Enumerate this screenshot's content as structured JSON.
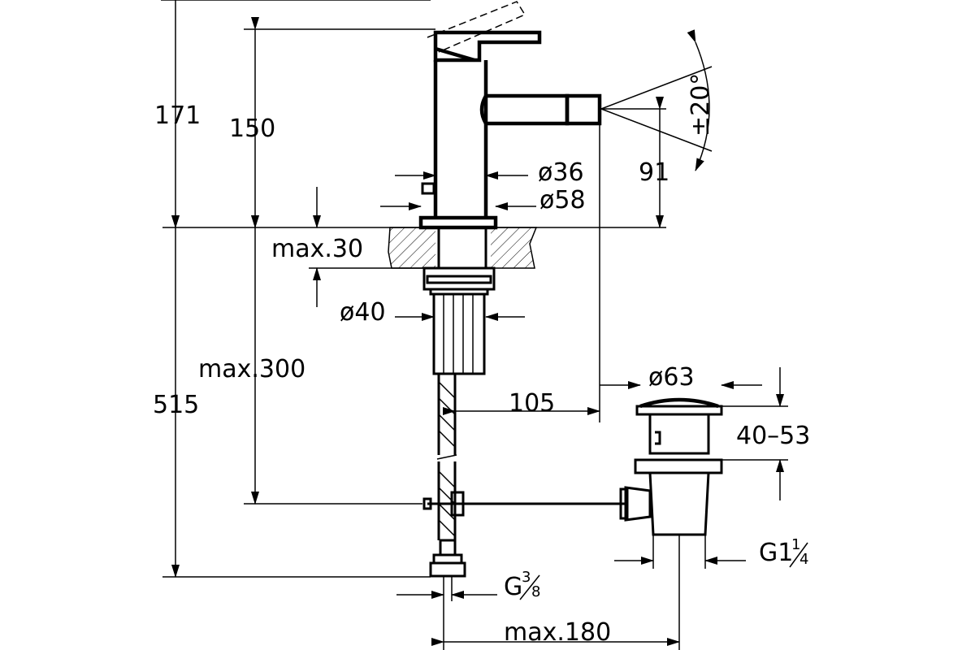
{
  "dimensions": {
    "d171": "171",
    "d150": "150",
    "d91": "91",
    "angle": "±20°",
    "dia36": "ø36",
    "dia58": "ø58",
    "max30": "max.30",
    "dia40": "ø40",
    "max300": "max.300",
    "d515": "515",
    "d105": "105",
    "dia63": "ø63",
    "range": "40–53",
    "g14_prefix": "G1",
    "g14_num": "1",
    "g14_den": "4",
    "g38_prefix": "G",
    "g38_num": "3",
    "g38_den": "8",
    "max180": "max.180"
  }
}
